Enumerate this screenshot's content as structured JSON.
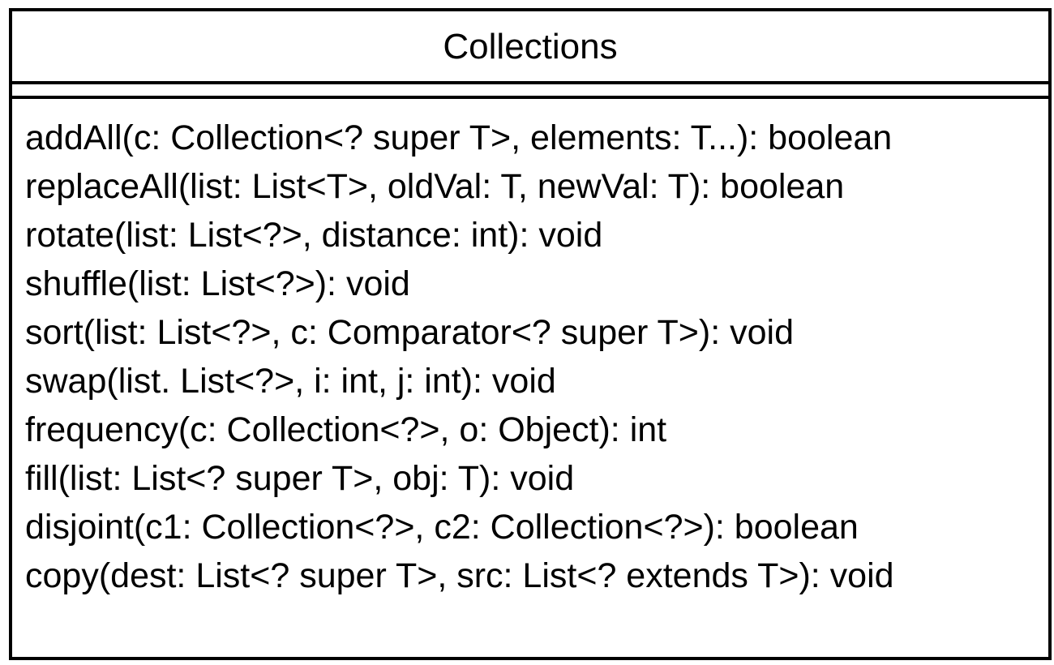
{
  "class": {
    "name": "Collections",
    "attributes": [],
    "methods": [
      "addAll(c: Collection<? super T>, elements: T...): boolean",
      "replaceAll(list: List<T>, oldVal: T, newVal: T): boolean",
      "rotate(list: List<?>, distance: int): void",
      "shuffle(list: List<?>): void",
      "sort(list: List<?>, c: Comparator<? super T>): void",
      "swap(list. List<?>, i: int, j: int): void",
      "frequency(c: Collection<?>, o: Object): int",
      "fill(list: List<? super T>, obj: T): void",
      "disjoint(c1: Collection<?>, c2: Collection<?>): boolean",
      "copy(dest: List<? super T>, src: List<? extends T>): void"
    ]
  }
}
